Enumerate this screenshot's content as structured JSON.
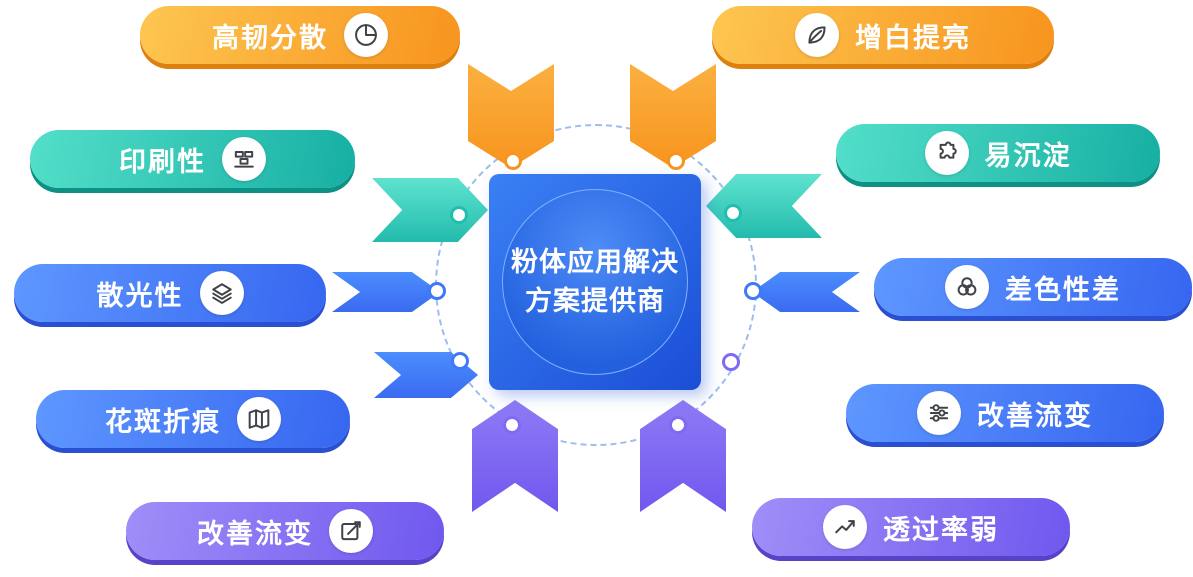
{
  "center": {
    "line1": "粉体应用解决",
    "line2": "方案提供商"
  },
  "items": {
    "dispersion": {
      "label": "高韧分散",
      "icon": "pie-chart-icon"
    },
    "whitening": {
      "label": "增白提亮",
      "icon": "leaf-icon"
    },
    "printability": {
      "label": "印刷性",
      "icon": "print-blocks-icon"
    },
    "sedimentation": {
      "label": "易沉淀",
      "icon": "puzzle-icon"
    },
    "light_diffusion": {
      "label": "散光性",
      "icon": "layers-icon"
    },
    "color_difference": {
      "label": "差色性差",
      "icon": "overlap-circles-icon"
    },
    "mottling": {
      "label": "花斑折痕",
      "icon": "map-icon"
    },
    "rheology_right": {
      "label": "改善流变",
      "icon": "tune-icon"
    },
    "rheology_bottom": {
      "label": "改善流变",
      "icon": "edit-icon"
    },
    "transmittance": {
      "label": "透过率弱",
      "icon": "trend-chart-icon"
    }
  },
  "colors": {
    "orange": "#F7941E",
    "teal": "#1FBFAF",
    "blue": "#3E79F7",
    "purple": "#7E6BF2",
    "center_blue": "#2260DE"
  }
}
